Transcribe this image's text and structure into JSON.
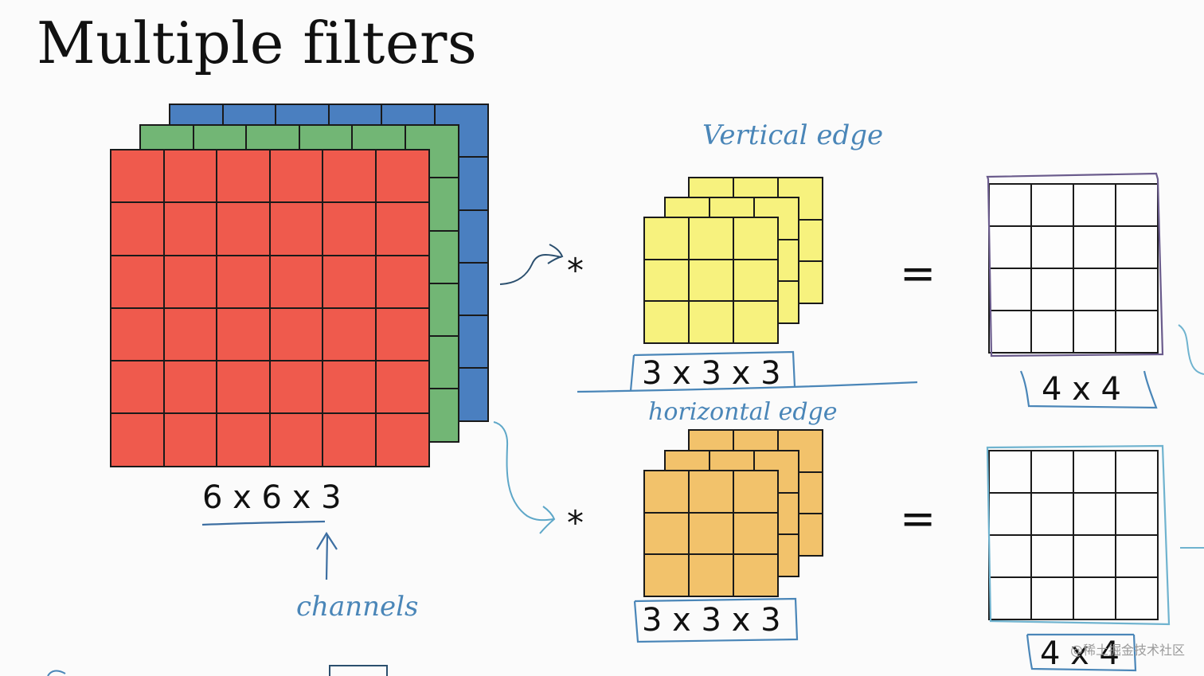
{
  "title": "Multiple filters",
  "input": {
    "label": "6 x 6 x 3",
    "colors": {
      "red": "#ef5a4d",
      "green": "#72b675",
      "blue": "#4a7fc0"
    }
  },
  "filter1": {
    "label": "3 x 3 x 3",
    "color": "#f7f27e",
    "annotation": "Vertical edge"
  },
  "filter2": {
    "label": "3 x 3 x 3",
    "color": "#f2c26b",
    "annotation": "horizontal edge"
  },
  "output1": {
    "label": "4 x 4"
  },
  "output2": {
    "label": "4 x 4"
  },
  "annotation_channels": "channels",
  "operators": {
    "conv": "*",
    "equals": "="
  },
  "watermark": "@稀土掘金技术社区"
}
